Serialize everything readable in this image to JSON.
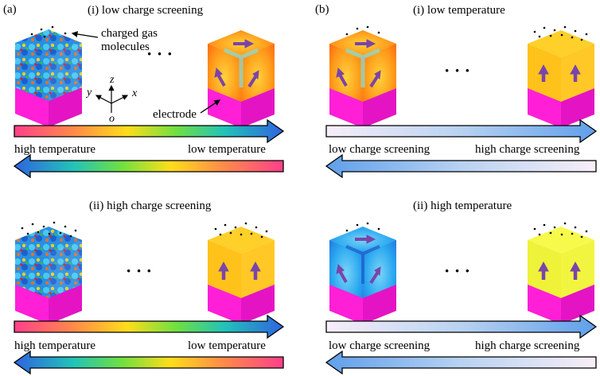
{
  "panels": {
    "a": {
      "label": "(a)",
      "top_title": "(i) low charge screening",
      "bottom_title": "(ii) high charge screening",
      "arrow_left_label": "high temperature",
      "arrow_right_label": "low temperature"
    },
    "b": {
      "label": "(b)",
      "top_title": "(i) low temperature",
      "bottom_title": "(ii) high temperature",
      "arrow_left_label": "low charge screening",
      "arrow_right_label": "high charge screening"
    }
  },
  "annotations": {
    "gas_line1": "charged  gas",
    "gas_line2": "molecules",
    "electrode": "electrode",
    "ellipsis": "· · ·"
  },
  "axes": {
    "x": "x",
    "y": "y",
    "z": "z",
    "origin": "o"
  },
  "colors": {
    "electrode": "#ff1fd7",
    "polarization_arrow": "#7a45a8",
    "uniform_orange": "#ffc21a",
    "uniform_yellow": "#f4f73a",
    "blue_box": "#2aa8f0",
    "orange_box": "#ff9a1a",
    "gradient_arrow_stops": [
      "#ff3f8a",
      "#ffa040",
      "#ffe020",
      "#60e040",
      "#20c0c0",
      "#3070e0"
    ],
    "screening_arrow_stops": [
      "#f7eef7",
      "#bcd4f2",
      "#6aa6ec"
    ]
  }
}
